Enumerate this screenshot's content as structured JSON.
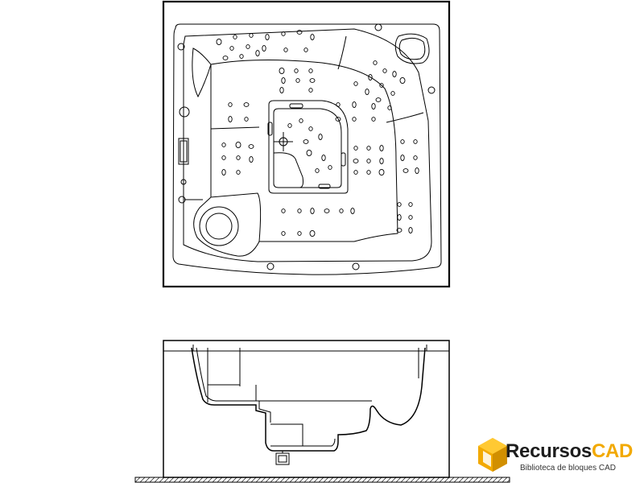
{
  "logo": {
    "brand_first": "Recursos",
    "brand_second": "CAD",
    "tagline": "Biblioteca de bloques CAD",
    "brand_color": "#f2a900"
  },
  "colors": {
    "line": "#000000",
    "paper": "#ffffff"
  }
}
